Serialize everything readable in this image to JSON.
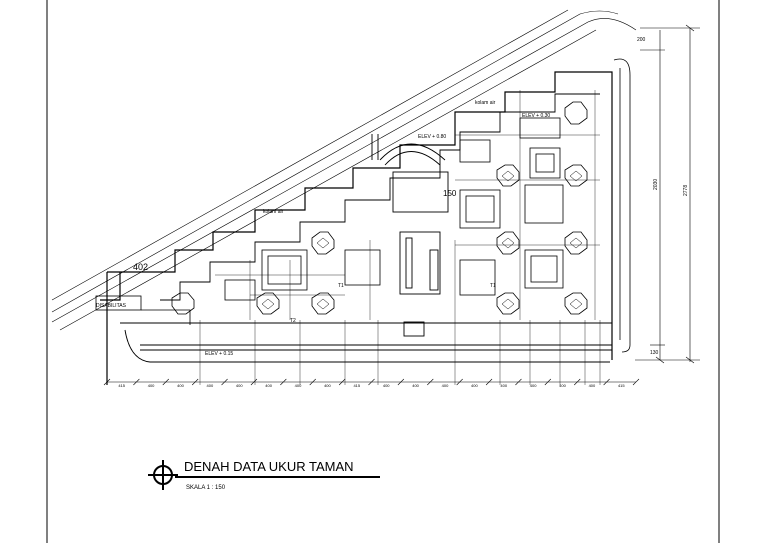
{
  "drawing": {
    "title": "DENAH  DATA UKUR TAMAN",
    "scale": "SKALA 1 : 150",
    "labels": {
      "dim_402": "402",
      "disabilitas": "DISABILITAS",
      "elev_015": "ELEV + 0.15",
      "elev_030": "ELEV + 0.30",
      "elev_080": "ELEV + 0.80",
      "kolam_air_1": "kolam air",
      "kolam_air_2": "kolam air",
      "t1_a": "T1",
      "t1_b": "T1",
      "t2": "T2",
      "dim_150": "150",
      "dim_2030": "2030",
      "dim_2778": "2778",
      "dim_200": "200",
      "dim_130": "130"
    },
    "bottom_dims": [
      "415",
      "400",
      "400",
      "400",
      "400",
      "400",
      "400",
      "400",
      "415",
      "400",
      "400",
      "400",
      "400",
      "400",
      "400",
      "400",
      "400",
      "415"
    ]
  },
  "colors": {
    "line": "#000000",
    "paper": "#ffffff"
  }
}
